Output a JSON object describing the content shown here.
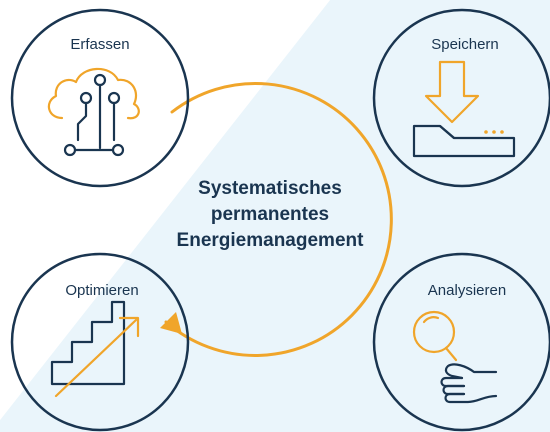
{
  "diagram": {
    "center_title": [
      "Systematisches",
      "permanentes",
      "Energiemanagement"
    ],
    "stages": {
      "top_left": "Erfassen",
      "top_right": "Speichern",
      "bottom_left": "Optimieren",
      "bottom_right": "Analysieren"
    }
  },
  "colors": {
    "navy": "#1a3550",
    "orange": "#f0a52a",
    "background_tint": "#e6f3fa",
    "background": "#ffffff"
  },
  "icons": {
    "top_left": "cloud-circuit-icon",
    "top_right": "download-storage-icon",
    "bottom_left": "stairs-growth-icon",
    "bottom_right": "hand-magnifier-icon"
  }
}
